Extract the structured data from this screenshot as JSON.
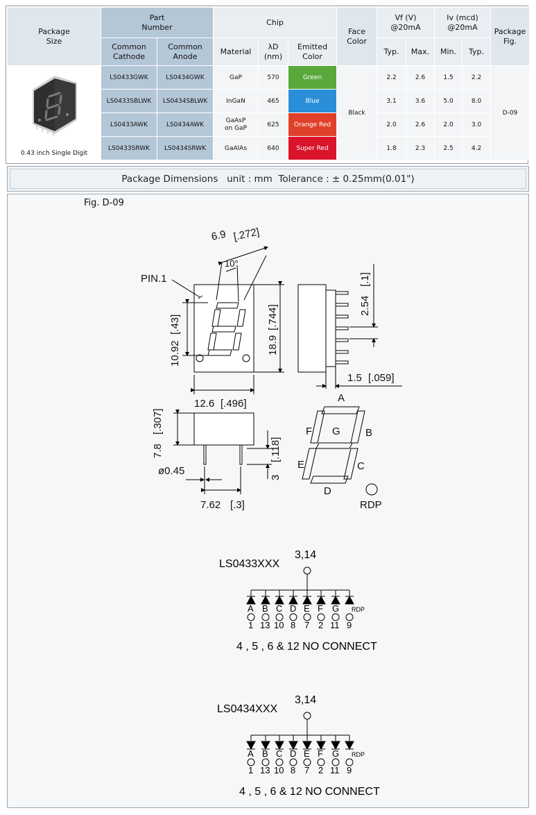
{
  "table": {
    "headers": {
      "package_size": "Package\nSize",
      "part_number": "Part\nNumber",
      "chip": "Chip",
      "face_color": "Face\nColor",
      "vf": "Vf (V)\n@20mA",
      "iv": "Iv (mcd)\n@20mA",
      "package_fig": "Package\nFig.",
      "common_cathode": "Common\nCathode",
      "common_anode": "Common\nAnode",
      "material": "Material",
      "lambda": "λD\n(nm)",
      "emitted_color": "Emitted\nColor",
      "typ": "Typ.",
      "max": "Max.",
      "min": "Min.",
      "typ2": "Typ."
    },
    "package_caption": "0.43 inch Single Digit",
    "face_color": "Black",
    "package_fig": "D-09",
    "rows": [
      {
        "cathode": "LS0433GWK",
        "anode": "LS0434GWK",
        "material": "GaP",
        "lambda": "570",
        "color_label": "Green",
        "color_hex": "#5aa83a",
        "vf_typ": "2.2",
        "vf_max": "2.6",
        "iv_min": "1.5",
        "iv_typ": "2.2"
      },
      {
        "cathode": "LS0433SBLWK",
        "anode": "LS0434SBLWK",
        "material": "InGaN",
        "lambda": "465",
        "color_label": "Blue",
        "color_hex": "#2a8fd8",
        "vf_typ": "3.1",
        "vf_max": "3.6",
        "iv_min": "5.0",
        "iv_typ": "8.0"
      },
      {
        "cathode": "LS0433AWK",
        "anode": "LS0434AWK",
        "material": "GaAsP\non GaP",
        "lambda": "625",
        "color_label": "Orange Red",
        "color_hex": "#e0402a",
        "vf_typ": "2.0",
        "vf_max": "2.6",
        "iv_min": "2.0",
        "iv_typ": "3.0"
      },
      {
        "cathode": "LS0433SRWK",
        "anode": "LS0434SRWK",
        "material": "GaAlAs",
        "lambda": "640",
        "color_label": "Super Red",
        "color_hex": "#d9142b",
        "vf_typ": "1.8",
        "vf_max": "2.3",
        "iv_min": "2.5",
        "iv_typ": "4.2"
      }
    ]
  },
  "dimensions_bar": "Package Dimensions   unit : mm  Tolerance : ± 0.25mm(0.01\")",
  "figure": {
    "label": "Fig. D-09",
    "pin1": "PIN.1",
    "dim_width_top": "6.9",
    "dim_width_top_in": "[.272]",
    "dim_angle": "10°",
    "dim_height_seg": "10.92",
    "dim_height_seg_in": "[.43]",
    "dim_height": "18.9",
    "dim_height_in": "[.744]",
    "dim_width": "12.6",
    "dim_width_in": "[.496]",
    "dim_pitch": "2.54",
    "dim_pitch_in": "[.1]",
    "dim_lead": "1.5",
    "dim_lead_in": "[.059]",
    "dim_depth": "7.8",
    "dim_depth_in": "[.307]",
    "dim_pin_len": "3",
    "dim_pin_len_in": "[.118]",
    "dim_pin_dia": "ø0.45",
    "dim_row": "7.62",
    "dim_row_in": "[.3]",
    "segments": {
      "a": "A",
      "b": "B",
      "c": "C",
      "d": "D",
      "e": "E",
      "f": "F",
      "g": "G",
      "rdp": "RDP"
    }
  },
  "schematics": [
    {
      "part": "LS0433XXX",
      "common": "3,14",
      "footnote": "4 , 5 , 6  & 12 NO CONNECT"
    },
    {
      "part": "LS0434XXX",
      "common": "3,14",
      "footnote": "4 , 5 , 6  & 12 NO CONNECT"
    }
  ],
  "pin_labels": [
    "A",
    "B",
    "C",
    "D",
    "E",
    "F",
    "G",
    "RDP"
  ],
  "pin_numbers": [
    "1",
    "13",
    "10",
    "8",
    "7",
    "2",
    "11",
    "9"
  ]
}
